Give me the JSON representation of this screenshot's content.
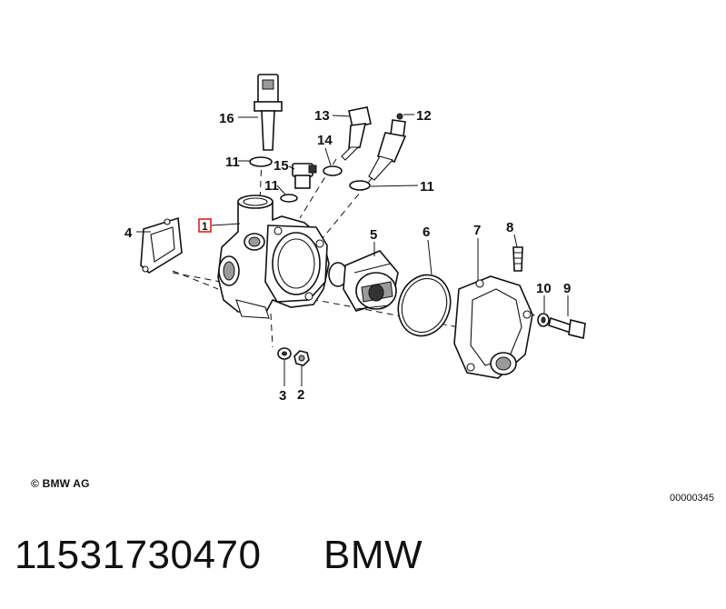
{
  "diagram": {
    "callouts": [
      {
        "id": "c1",
        "label": "1",
        "highlighted": true
      },
      {
        "id": "c2",
        "label": "2"
      },
      {
        "id": "c3",
        "label": "3"
      },
      {
        "id": "c4",
        "label": "4"
      },
      {
        "id": "c5",
        "label": "5"
      },
      {
        "id": "c6",
        "label": "6"
      },
      {
        "id": "c7",
        "label": "7"
      },
      {
        "id": "c8",
        "label": "8"
      },
      {
        "id": "c9",
        "label": "9"
      },
      {
        "id": "c10",
        "label": "10"
      },
      {
        "id": "c11a",
        "label": "11"
      },
      {
        "id": "c11b",
        "label": "11"
      },
      {
        "id": "c11c",
        "label": "11"
      },
      {
        "id": "c12",
        "label": "12"
      },
      {
        "id": "c13",
        "label": "13"
      },
      {
        "id": "c14",
        "label": "14"
      },
      {
        "id": "c15",
        "label": "15"
      },
      {
        "id": "c16",
        "label": "16"
      }
    ],
    "highlight_color": "#e0201c"
  },
  "footer": {
    "copyright": "© BMW AG",
    "diagram_code": "00000345",
    "part_number": "11531730470",
    "brand": "BMW"
  }
}
